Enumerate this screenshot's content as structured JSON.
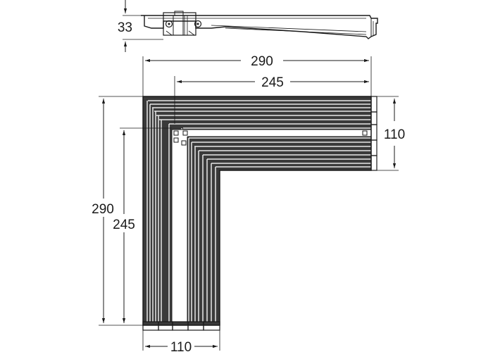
{
  "drawing": {
    "title": "Corner bracket technical drawing",
    "views": [
      "side-profile",
      "top-view"
    ],
    "dimensions": {
      "height": {
        "value": 33,
        "label": "33"
      },
      "outer_width": {
        "value": 290,
        "label": "290"
      },
      "inner_width": {
        "value": 245,
        "label": "245"
      },
      "outer_length": {
        "value": 290,
        "label": "290"
      },
      "inner_length": {
        "value": 245,
        "label": "245"
      },
      "arm_width_right": {
        "value": 110,
        "label": "110"
      },
      "arm_width_bottom": {
        "value": 110,
        "label": "110"
      }
    },
    "colors": {
      "line": "#1a1a1a",
      "fill": "#3a3a3a",
      "background": "#ffffff"
    }
  }
}
